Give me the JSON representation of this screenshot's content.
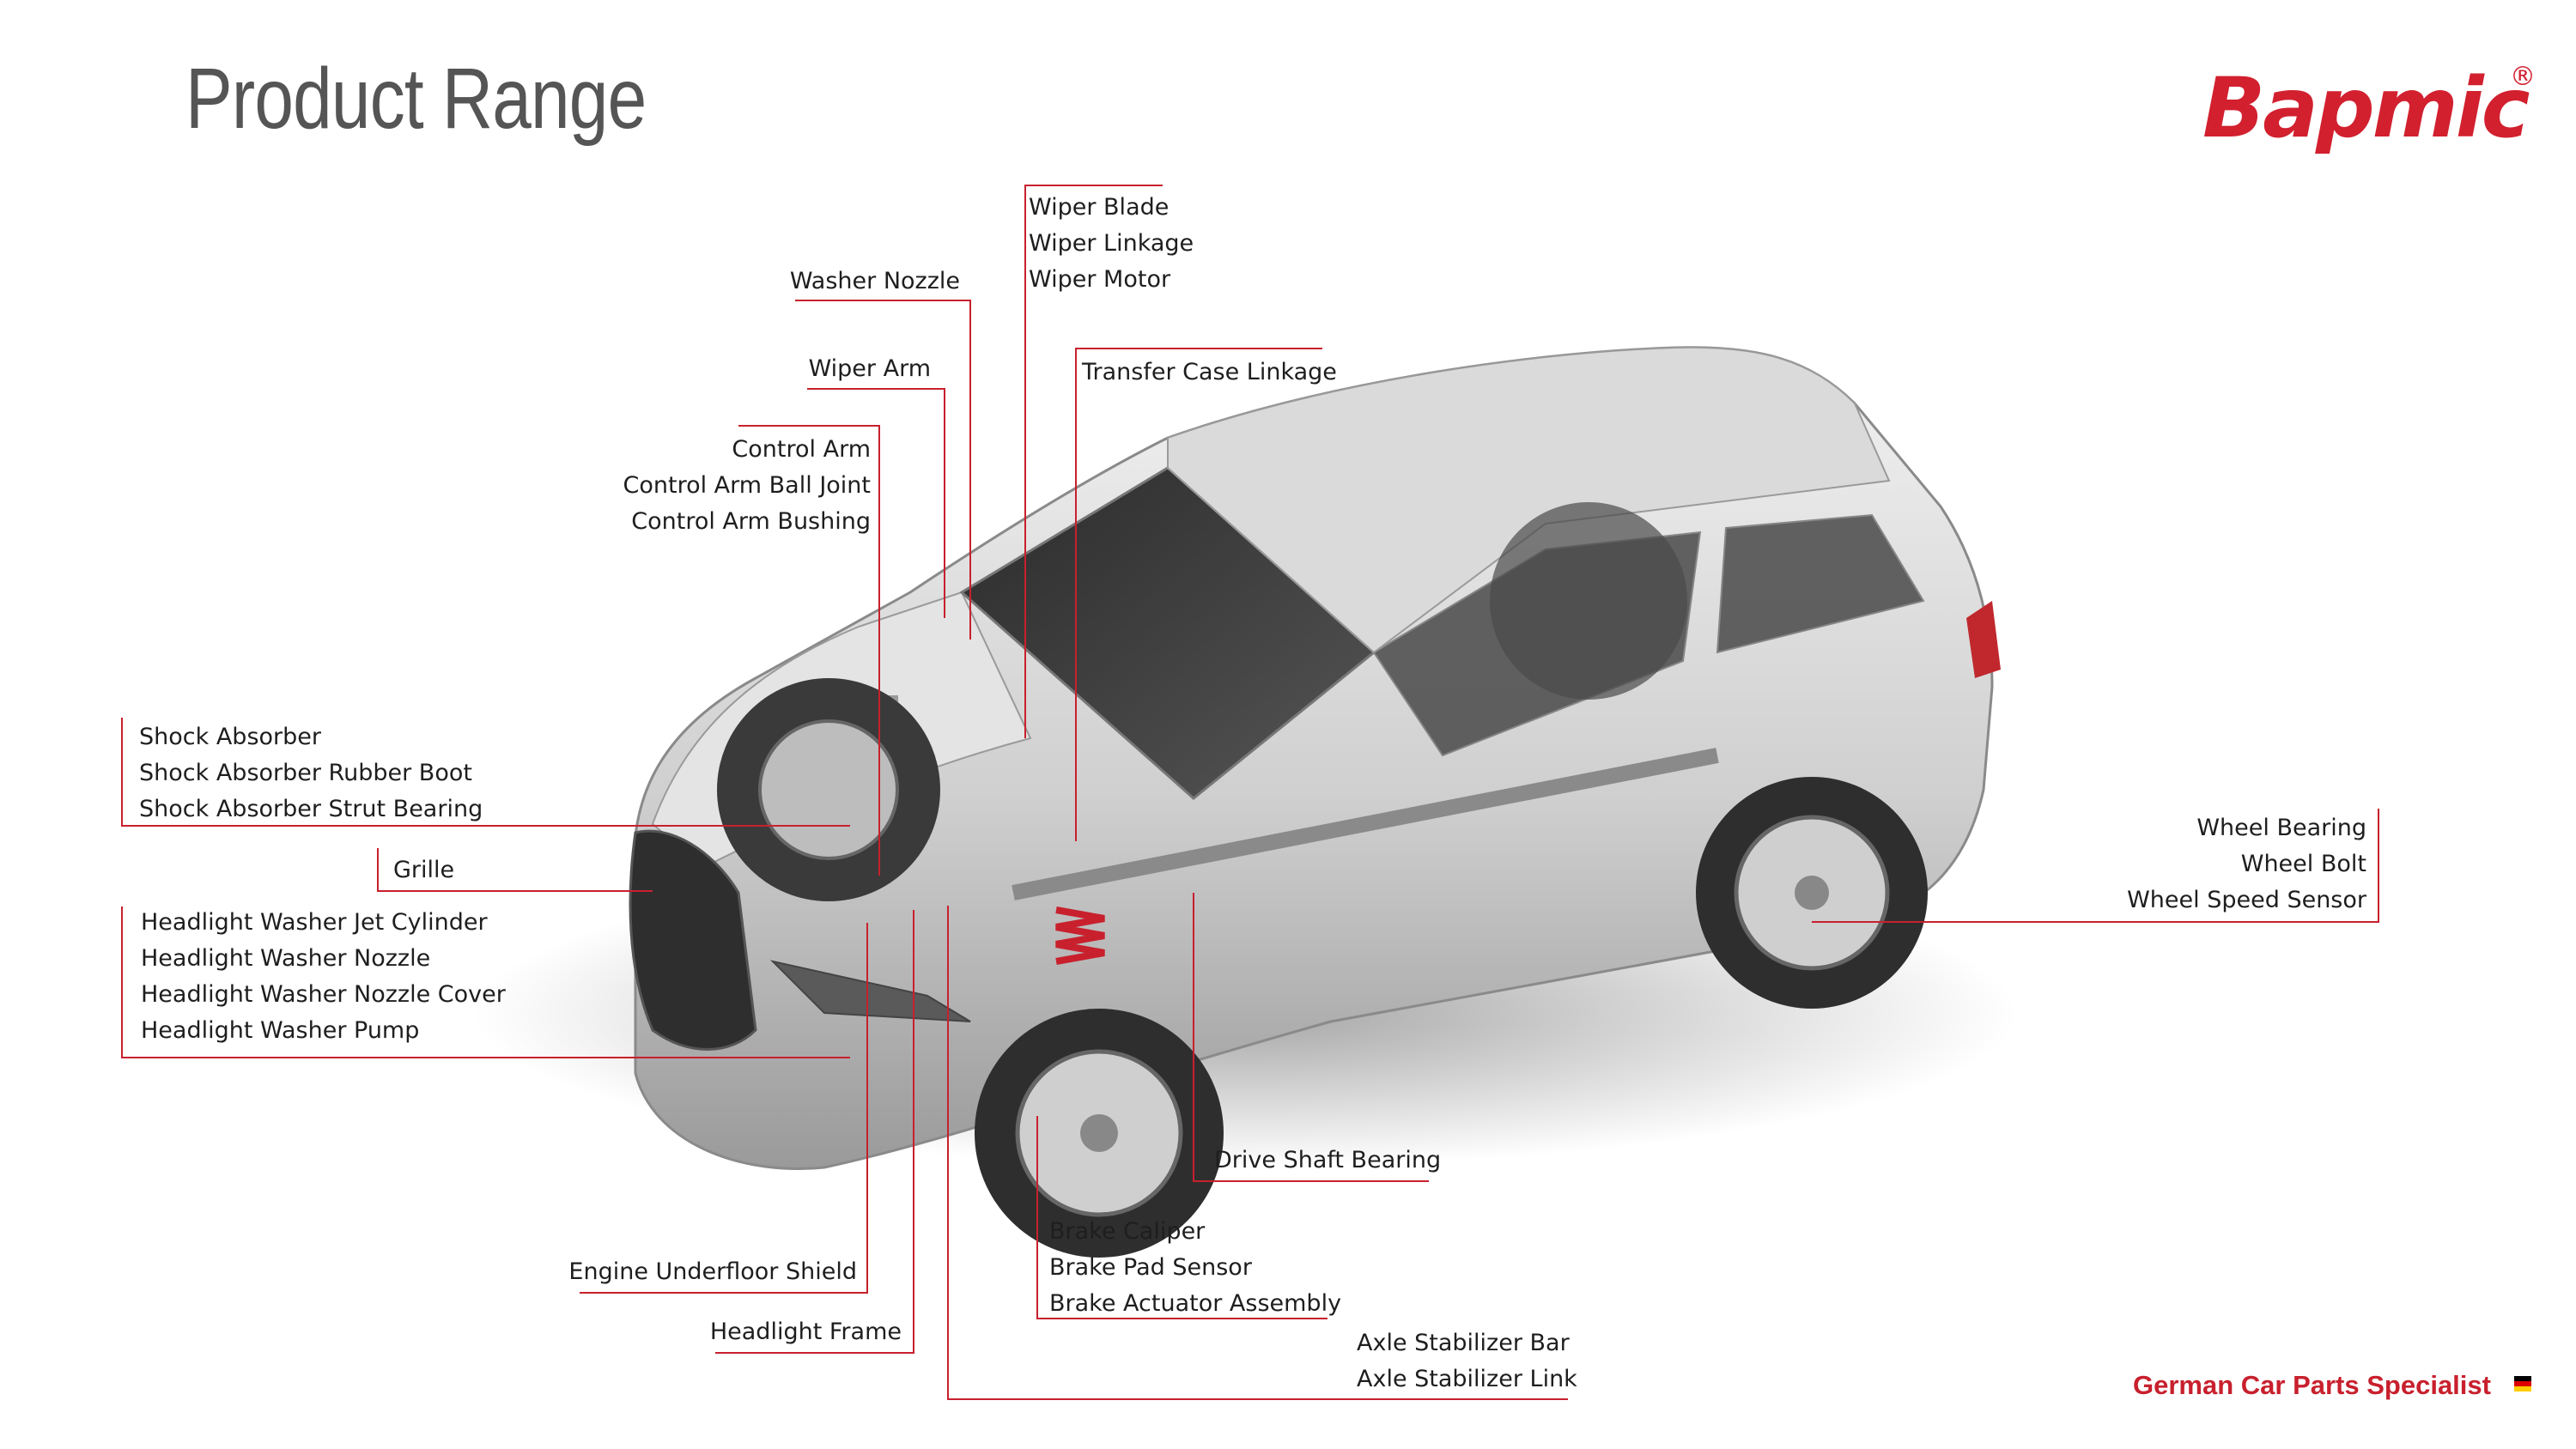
{
  "title": "Product Range",
  "brand": {
    "name": "Bapmic",
    "registered": "®",
    "tagline": "German Car Parts Specialist"
  },
  "colors": {
    "accent": "#d2202f",
    "line": "#c8202d",
    "title": "#555555",
    "text": "#1e1e1e",
    "background": "#ffffff"
  },
  "flag_colors": [
    "#000000",
    "#dd0000",
    "#ffce00"
  ],
  "groups": {
    "washer_nozzle": [
      "Washer Nozzle"
    ],
    "wiper": [
      "Wiper Blade",
      "Wiper Linkage",
      "Wiper Motor"
    ],
    "wiper_arm": [
      "Wiper Arm"
    ],
    "transfer_case": [
      "Transfer Case Linkage"
    ],
    "control_arm": [
      "Control Arm",
      "Control Arm Ball Joint",
      "Control Arm Bushing"
    ],
    "shock": [
      "Shock Absorber",
      "Shock Absorber Rubber Boot",
      "Shock Absorber Strut Bearing"
    ],
    "grille": [
      "Grille"
    ],
    "headlight_washer": [
      "Headlight Washer Jet Cylinder",
      "Headlight Washer Nozzle",
      "Headlight Washer Nozzle Cover",
      "Headlight Washer Pump"
    ],
    "wheel": [
      "Wheel Bearing",
      "Wheel Bolt",
      "Wheel Speed Sensor"
    ],
    "drive_shaft": [
      "Drive Shaft Bearing"
    ],
    "brake": [
      "Brake Caliper",
      "Brake Pad Sensor",
      "Brake Actuator Assembly"
    ],
    "underfloor": [
      "Engine Underfloor Shield"
    ],
    "headlight_frame": [
      "Headlight Frame"
    ],
    "axle": [
      "Axle Stabilizer Bar",
      "Axle Stabilizer Link"
    ]
  }
}
